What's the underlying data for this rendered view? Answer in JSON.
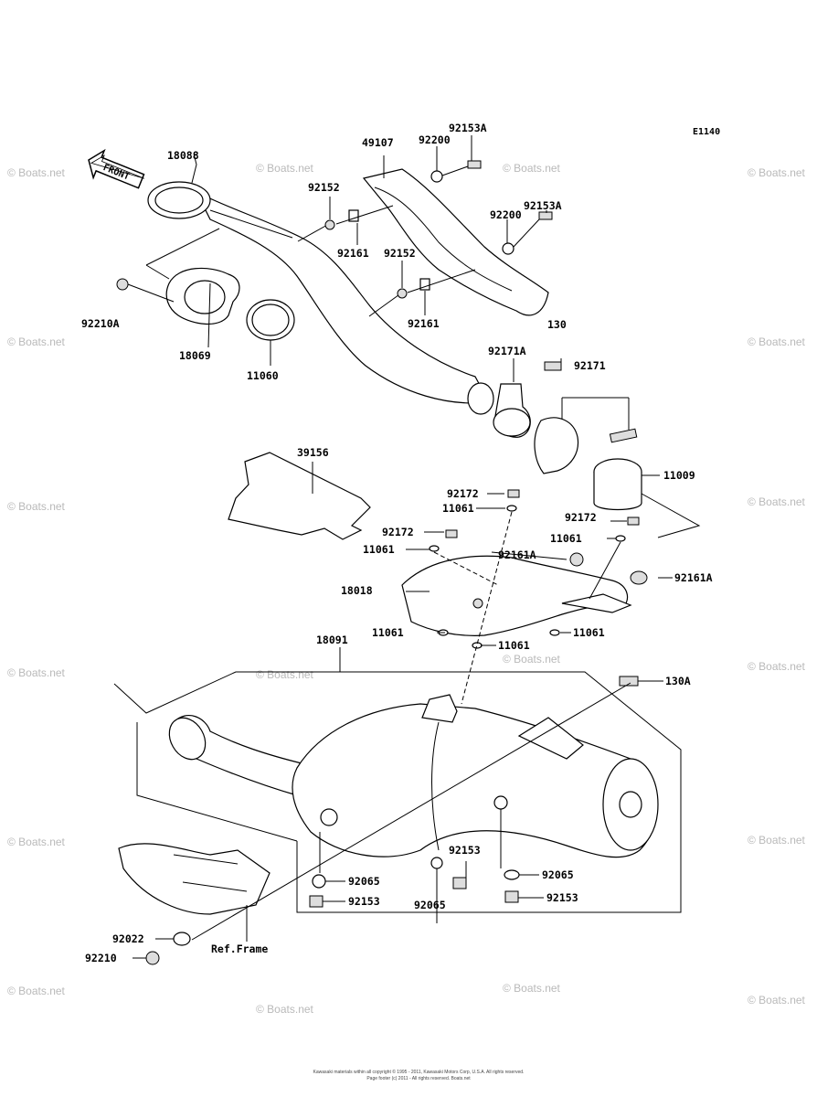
{
  "diagram_code": "E1140",
  "front_label": "FRONT",
  "ref_frame": "Ref.Frame",
  "watermark": "© Boats.net",
  "footer_line1": "Kawasaki materials within all copyright © 1995 - 2011, Kawasaki Motors Corp, U.S.A. All rights reserved.",
  "footer_line2": "Page footer (c) 2011 - All rights reserved. Boats.net",
  "parts": {
    "p18088": "18088",
    "p49107": "49107",
    "p92200a": "92200",
    "p92153Aa": "92153A",
    "p92152a": "92152",
    "p92161a": "92161",
    "p92153Ab": "92153A",
    "p92200b": "92200",
    "p92152b": "92152",
    "p92161b": "92161",
    "p92210A": "92210A",
    "p18069": "18069",
    "p11060": "11060",
    "p130": "130",
    "p92171A": "92171A",
    "p92171": "92171",
    "p11009": "11009",
    "p39156": "39156",
    "p92172a": "92172",
    "p11061a": "11061",
    "p92172b": "92172",
    "p92172c": "92172",
    "p11061b": "11061",
    "p11061c": "11061",
    "p92161Aa": "92161A",
    "p92161Ab": "92161A",
    "p18018": "18018",
    "p11061d": "11061",
    "p11061e": "11061",
    "p11061f": "11061",
    "p18091": "18091",
    "p130A": "130A",
    "p92065a": "92065",
    "p92153a": "92153",
    "p92153b": "92153",
    "p92065b": "92065",
    "p92065c": "92065",
    "p92153c": "92153",
    "p92022": "92022",
    "p92210": "92210"
  }
}
